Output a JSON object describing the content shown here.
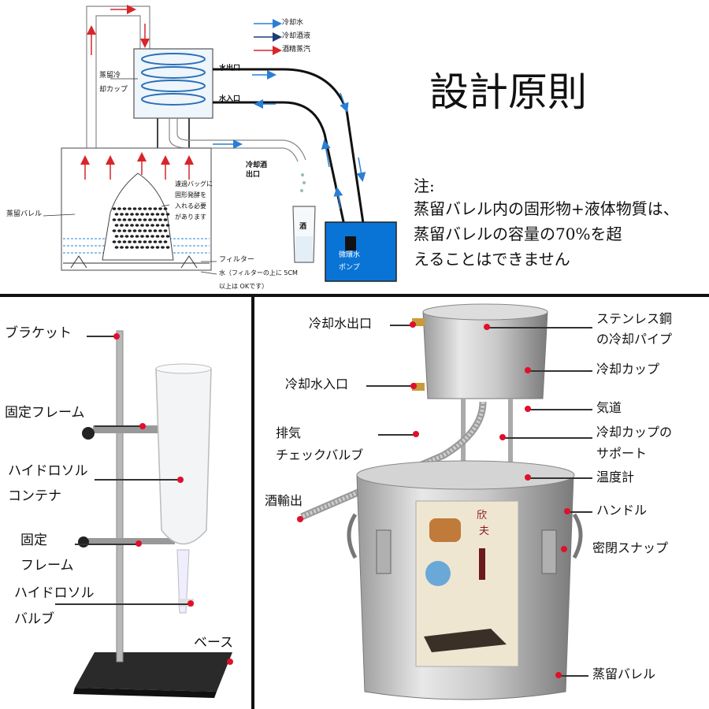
{
  "top_diagram": {
    "legend": {
      "cooling_water": "冷却水",
      "cooling_liquor": "冷却酒液",
      "alcohol_vapor": "酒精蒸汽"
    },
    "condenser_label_1": "蒸留冷",
    "condenser_label_2": "却カップ",
    "water_out": "水出口",
    "water_in": "水入口",
    "liquor_out_1": "冷却酒",
    "liquor_out_2": "出口",
    "filter_bag_1": "濾過バッグに",
    "filter_bag_2": "固形発酵を",
    "filter_bag_3": "入れる必要",
    "filter_bag_4": "があります",
    "barrel": "蒸留バレル",
    "liquor": "酒",
    "pump_1": "微環水",
    "pump_2": "ポンプ",
    "filter": "フィルター",
    "water_note_1": "水（フィルターの上に 5CM",
    "water_note_2": "以上は OKです）"
  },
  "title": "設計原則",
  "note": {
    "line1": "注:",
    "line2": "蒸留バレル内の固形物+液体物質は、",
    "line3": "蒸留バレルの容量の70%を超",
    "line4": "えることはできません"
  },
  "left_parts": {
    "bracket": "ブラケット",
    "fixed_frame": "固定フレーム",
    "hydrosol_container_1": "ハイドロソル",
    "hydrosol_container_2": "コンテナ",
    "fixed_frame2_1": "固定",
    "fixed_frame2_2": "フレーム",
    "hydrosol_valve_1": "ハイドロソル",
    "hydrosol_valve_2": "バルブ",
    "base": "ベース"
  },
  "right_parts": {
    "cooling_water_out": "冷却水出口",
    "cooling_water_in": "冷却水入口",
    "exhaust_1": "排気",
    "exhaust_2": "チェックバルブ",
    "liquor_out": "酒輸出",
    "steel_pipe_1": "ステンレス鋼",
    "steel_pipe_2": "の冷却パイプ",
    "cooling_cup": "冷却カップ",
    "air_path": "気道",
    "cup_support_1": "冷却カップの",
    "cup_support_2": "サポート",
    "thermometer": "温度計",
    "handle": "ハンドル",
    "snap": "密閉スナップ",
    "barrel": "蒸留バレル"
  },
  "sticker": {
    "brand_1": "欣",
    "brand_2": "夫"
  },
  "colors": {
    "cooling_water": "#2a7fd4",
    "cooling_liquor": "#1d3c78",
    "alcohol_vapor": "#d8252a",
    "pointer": "#e0102a"
  }
}
